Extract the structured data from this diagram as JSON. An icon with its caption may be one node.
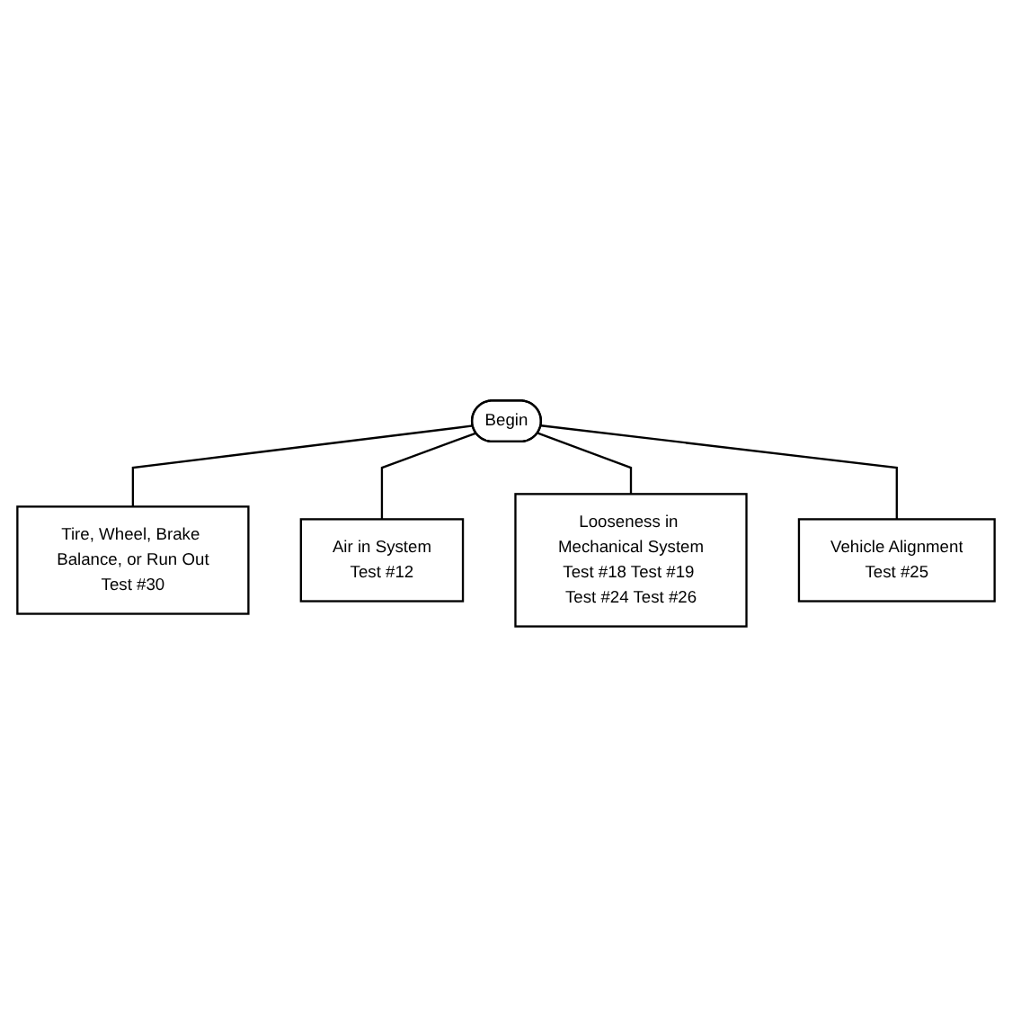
{
  "diagram": {
    "nodes": [
      {
        "text": [
          "Begin"
        ]
      },
      {
        "text": [
          "Tire, Wheel, Brake Balance, or Run Out",
          "Test #30"
        ]
      },
      {
        "text": [
          "Air in System",
          "Test #12"
        ]
      },
      {
        "text": [
          "Looseness in Mechanical System",
          "Test #18 Test #19 Test #24 Test #26"
        ]
      },
      {
        "text": [
          "Vehicle Alignment",
          "Test #25"
        ]
      }
    ],
    "edges": [
      {
        "from": 0,
        "to": 1,
        "arrow": "none"
      },
      {
        "from": 0,
        "to": 2,
        "arrow": "none"
      },
      {
        "from": 0,
        "to": 3,
        "arrow": "none"
      },
      {
        "from": 0,
        "to": 4,
        "arrow": "none"
      }
    ]
  }
}
